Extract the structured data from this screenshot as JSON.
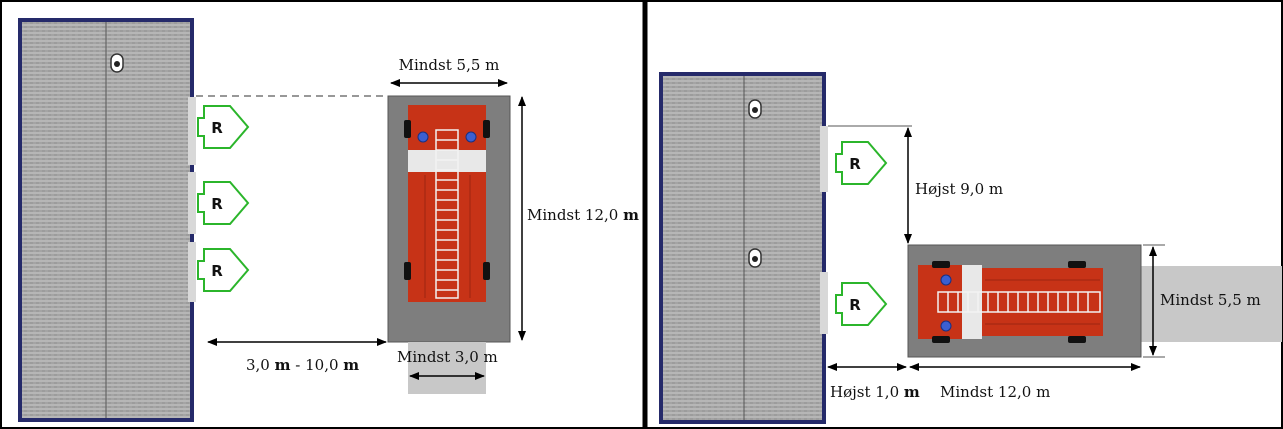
{
  "colors": {
    "background": "#ffffff",
    "frame": "#000000",
    "building_fill": "#a4a4a4",
    "building_border": "#252a6a",
    "parking_area": "#7e7e7e",
    "truck_body": "#c73317",
    "ladder": "#f2f2f2",
    "lamp": "#3b5fd1",
    "r_sign": "#2bb52b",
    "driveway": "#c8c8c8"
  },
  "icons": {
    "r_sign": "rescue-point-r-icon",
    "lamp": "lamp-icon",
    "wheel": "wheel-icon"
  },
  "r_sign_letter": "R",
  "left_diagram": {
    "width_label": "Mindst 5,5 m",
    "length_label_text": "Mindst 12,0 ",
    "length_label_unit": "m",
    "distance_label_start": "3,0 ",
    "distance_label_m1": "m",
    "distance_label_mid": " - 10,0 ",
    "distance_label_m2": "m",
    "access_label": "Mindst 3,0 m"
  },
  "right_diagram": {
    "max_distance_label": "Højst 9,0 m",
    "width_label": "Mindst 5,5 m",
    "gap_label_text": "Højst 1,0 ",
    "gap_label_unit": "m",
    "length_label": "Mindst 12,0 m"
  }
}
